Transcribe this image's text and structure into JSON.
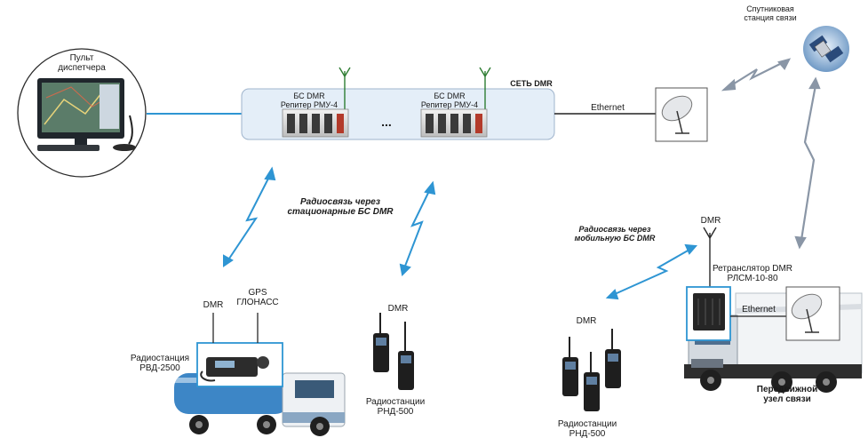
{
  "dispatcher": {
    "label_line1": "Пульт",
    "label_line2": "диспетчера"
  },
  "dmr_network": {
    "title": "СЕТЬ DMR",
    "bs1_line1": "БС DMR",
    "bs1_line2": "Репитер РМУ-4",
    "bs2_line1": "БС DMR",
    "bs2_line2": "Репитер РМУ-4",
    "ellipsis": "..."
  },
  "ethernet_main": "Ethernet",
  "satellite": {
    "line1": "Спутниковая",
    "line2": "станция связи"
  },
  "radio_via_stationary": {
    "line1": "Радиосвязь через",
    "line2": "стационарные БС DMR"
  },
  "radio_via_mobile": {
    "line1": "Радиосвязь через",
    "line2": "мобильную БС DMR"
  },
  "vehicle_station": {
    "dmr": "DMR",
    "gps_line1": "GPS",
    "gps_line2": "ГЛОНАСС",
    "name_line1": "Радиостанция",
    "name_line2": "РВД-2500"
  },
  "handhelds_center": {
    "dmr": "DMR",
    "name_line1": "Радиостанции",
    "name_line2": "РНД-500"
  },
  "handhelds_right": {
    "dmr": "DMR",
    "name_line1": "Радиостанции",
    "name_line2": "РНД-500"
  },
  "mobile_node": {
    "dmr": "DMR",
    "repeater_line1": "Ретранслятор DMR",
    "repeater_line2": "РЛСМ-10-80",
    "ethernet": "Ethernet",
    "name_line1": "Передвижной",
    "name_line2": "узел связи"
  },
  "colors": {
    "link_blue": "#2e95d3",
    "panel_fill": "#e4eef8",
    "panel_stroke": "#9fb4cc",
    "arrow_gray": "#8a96a6",
    "truck_white": "#f2f4f6"
  }
}
